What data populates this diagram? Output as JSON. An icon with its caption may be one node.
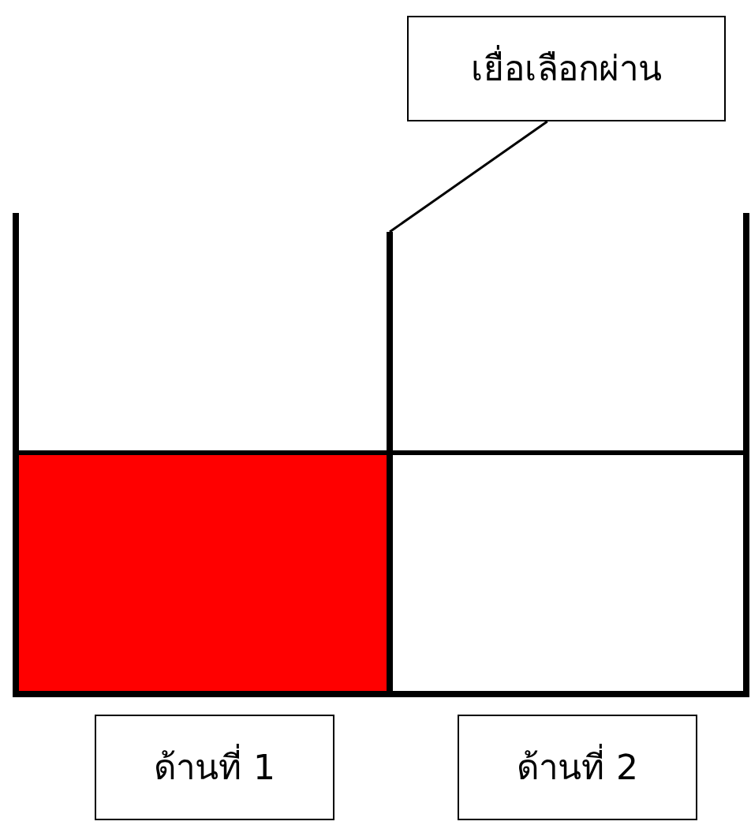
{
  "diagram": {
    "nodes": [
      {
        "text": [
          "เยื่อเลือกผ่าน"
        ]
      },
      {
        "text": [],
        "shape": "line"
      },
      {
        "text": [
          "ด้านที่ 1"
        ]
      },
      {
        "text": [
          "ด้านที่ 2"
        ]
      }
    ],
    "edges": [
      {
        "from": 0,
        "to": 1,
        "arrow": "none"
      }
    ]
  }
}
